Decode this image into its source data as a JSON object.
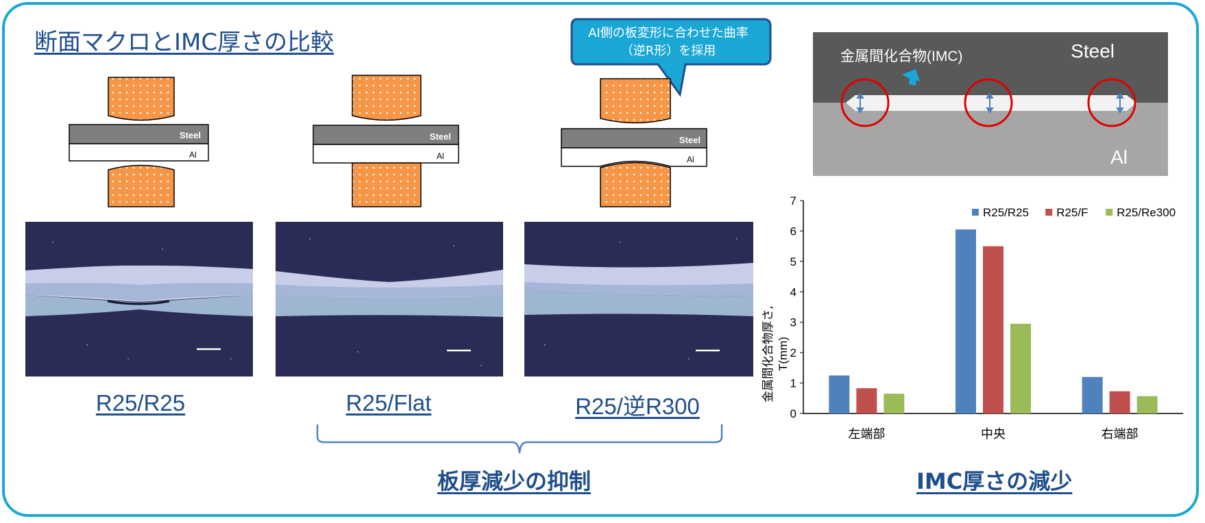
{
  "title": "断面マクロとIMC厚さの比較",
  "callout": "AI側の板変形に合わせた曲率（逆R形）を採用",
  "schematic": {
    "steel_label": "Steel",
    "al_label": "Al"
  },
  "samples": [
    {
      "label": "R25/R25"
    },
    {
      "label": "R25/Flat"
    },
    {
      "label": "R25/逆R300"
    }
  ],
  "bracket_label": "板厚減少の抑制",
  "imc_diagram": {
    "imc_label": "金属間化合物(IMC)",
    "steel_label": "Steel",
    "al_label": "Al"
  },
  "imc_result_label": "IMC厚さの減少",
  "colors": {
    "frame": "#1aa7d6",
    "title": "#1f4e8c",
    "electrode": "#f79646",
    "steel": "#7f7f7f",
    "callout_fill": "#1aa7d6",
    "callout_border": "#1f4e8c"
  },
  "chart_data": {
    "type": "bar",
    "categories": [
      "左端部",
      "中央",
      "右端部"
    ],
    "series": [
      {
        "name": "R25/R25",
        "color": "#4f81bd",
        "values": [
          1.25,
          6.05,
          1.2
        ]
      },
      {
        "name": "R25/F",
        "color": "#c0504d",
        "values": [
          0.83,
          5.5,
          0.73
        ]
      },
      {
        "name": "R25/Re300",
        "color": "#9bbb59",
        "values": [
          0.65,
          2.95,
          0.57
        ]
      }
    ],
    "ylabel_line1": "金属間化合物厚さ,",
    "ylabel_line2": "T(mm)",
    "yticks": [
      "0",
      "1",
      "2",
      "3",
      "4",
      "5",
      "6",
      "7"
    ],
    "ylim": [
      0,
      7
    ],
    "legend": "top-right",
    "grid": false
  }
}
